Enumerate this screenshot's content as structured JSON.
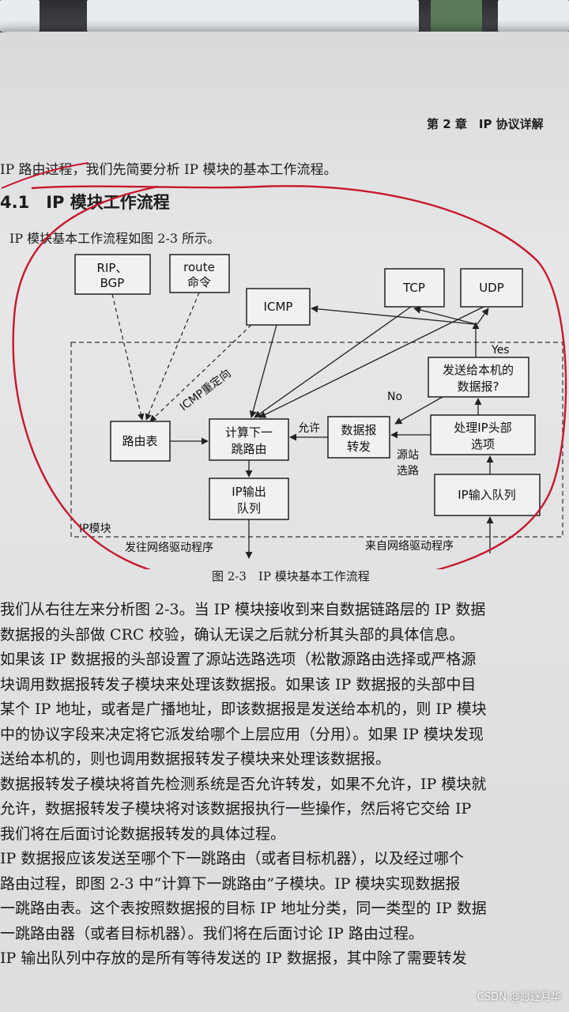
{
  "book_header": "第 2 章　IP 协议详解",
  "intro_line": "IP 路由过程，我们先简要分析 IP 模块的基本工作流程。",
  "section_title": "4.1　IP 模块工作流程",
  "lead_line": "IP 模块基本工作流程如图 2-3 所示。",
  "figure": {
    "boxes": {
      "rip_bgp": [
        "RIP、",
        "BGP"
      ],
      "route_cmd": [
        "route",
        "命令"
      ],
      "icmp": "ICMP",
      "tcp": "TCP",
      "udp": "UDP",
      "send_local": [
        "发送给本机的",
        "数据报?"
      ],
      "route_table": "路由表",
      "next_hop": [
        "计算下一",
        "跳路由"
      ],
      "forward": [
        "数据报",
        "转发"
      ],
      "process_header": [
        "处理IP头部",
        "选项"
      ],
      "output_queue": [
        "IP输出",
        "队列"
      ],
      "input_queue": "IP输入队列"
    },
    "labels": {
      "yes": "Yes",
      "no": "No",
      "allow": "允许",
      "icmp_redirect": "ICMP重定向",
      "source_route": [
        "源站",
        "选路"
      ],
      "module": "IP模块",
      "to_driver": "发往网络驱动程序",
      "from_driver": "来自网络驱动程序"
    },
    "caption": "图 2-3　IP 模块基本工作流程"
  },
  "paragraph_lines": [
    "我们从右往左来分析图 2-3。当 IP 模块接收到来自数据链路层的 IP 数据",
    "数据报的头部做 CRC 校验，确认无误之后就分析其头部的具体信息。",
    "如果该 IP 数据报的头部设置了源站选路选项（松散源路由选择或严格源",
    "块调用数据报转发子模块来处理该数据报。如果该 IP 数据报的头部中目",
    "某个 IP 地址，或者是广播地址，即该数据报是发送给本机的，则 IP 模块",
    "中的协议字段来决定将它派发给哪个上层应用（分用）。如果 IP 模块发现",
    "送给本机的，则也调用数据报转发子模块来处理该数据报。",
    "数据报转发子模块将首先检测系统是否允许转发，如果不允许，IP 模块就",
    "允许，数据报转发子模块将对该数据报执行一些操作，然后将它交给 IP",
    "我们将在后面讨论数据报转发的具体过程。",
    "IP 数据报应该发送至哪个下一跳路由（或者目标机器），以及经过哪个",
    "路由过程，即图 2-3 中“计算下一跳路由”子模块。IP 模块实现数据报",
    "一跳路由表。这个表按照数据报的目标 IP 地址分类，同一类型的 IP 数据",
    "一跳路由器（或者目标机器）。我们将在后面讨论 IP 路由过程。",
    "IP 输出队列中存放的是所有等待发送的 IP 数据报，其中除了需要转发"
  ],
  "watermark": "CSDN @愿逐月华"
}
